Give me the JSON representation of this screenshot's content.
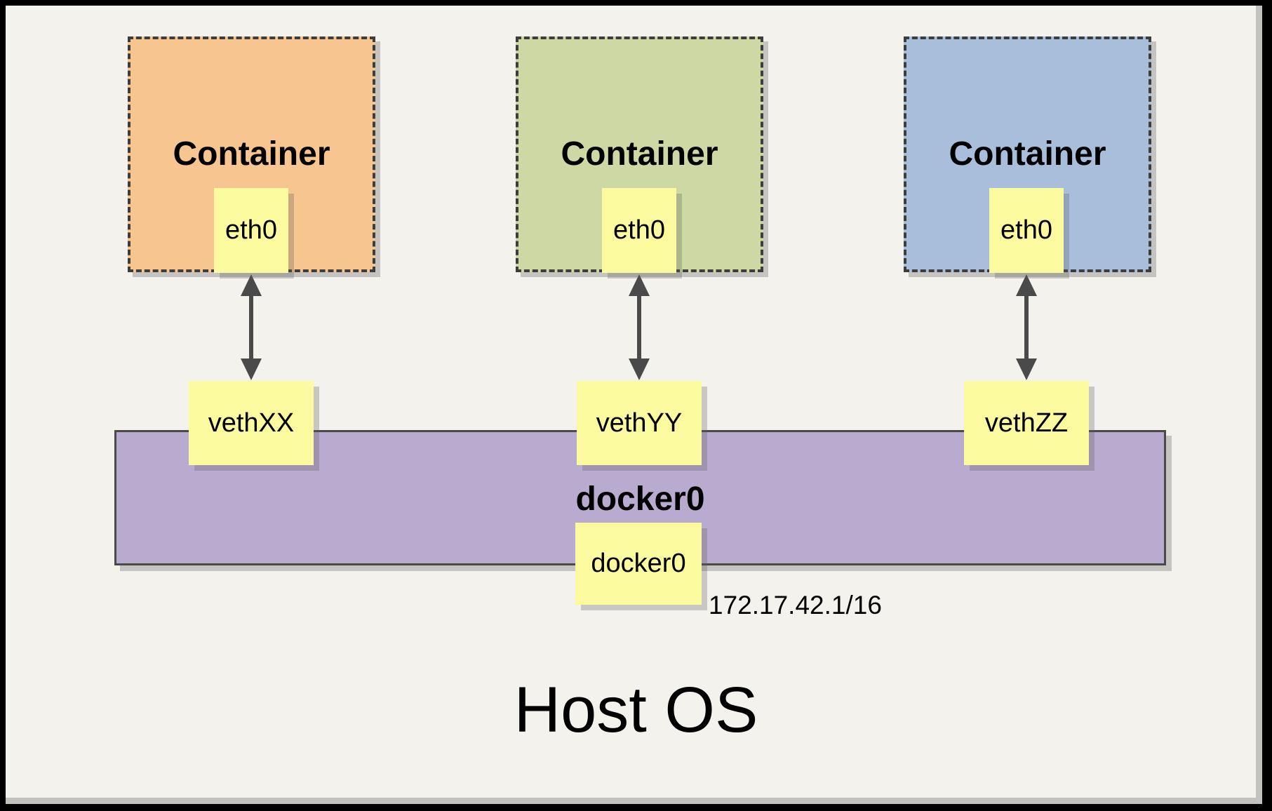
{
  "diagram": {
    "title_note": "Docker bridge networking diagram",
    "containers": [
      {
        "label": "Container",
        "interface": "eth0",
        "veth": "vethXX",
        "fill": "#f7c58f"
      },
      {
        "label": "Container",
        "interface": "eth0",
        "veth": "vethYY",
        "fill": "#cdd8a4"
      },
      {
        "label": "Container",
        "interface": "eth0",
        "veth": "vethZZ",
        "fill": "#a8bedb"
      }
    ],
    "bridge": {
      "label": "docker0",
      "interface": "docker0",
      "ip": "172.17.42.1/16",
      "fill": "#b9abd0"
    },
    "host": {
      "label": "Host OS"
    },
    "colors": {
      "interface_box": "#fbfa9e",
      "page_background": "#f4f2ed",
      "dashed_border": "#3d3d3d",
      "arrow": "#4a4a4a"
    }
  }
}
